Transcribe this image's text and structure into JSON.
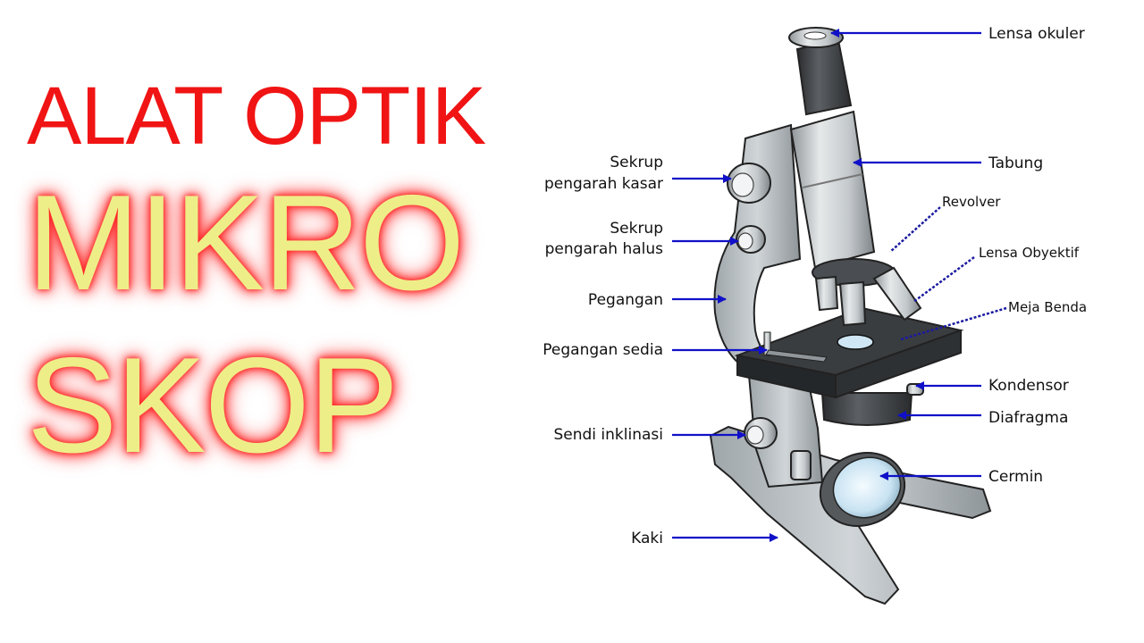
{
  "title": {
    "line1": "ALAT OPTIK",
    "line2": "MIKRO",
    "line3": "SKOP"
  },
  "labels": {
    "lensa_okuler": "Lensa okuler",
    "tabung": "Tabung",
    "revolver": "Revolver",
    "lensa_obyektif": "Lensa Obyektif",
    "meja_benda": "Meja Benda",
    "kondensor": "Kondensor",
    "diafragma": "Diafragma",
    "cermin": "Cermin",
    "kaki": "Kaki",
    "sendi_inklinasi": "Sendi inklinasi",
    "pegangan_sedia": "Pegangan sedia",
    "pegangan": "Pegangan",
    "sekrup_halus_1": "Sekrup",
    "sekrup_halus_2": "pengarah halus",
    "sekrup_kasar_1": "Sekrup",
    "sekrup_kasar_2": "pengarah kasar"
  },
  "colors": {
    "title_red": "#f01414",
    "title_yellow": "#eeee88",
    "glow_red": "#ff3030",
    "arrow_blue": "#1010c8",
    "body_gray": "#b9bfc2",
    "stage_dark": "#3a3d40"
  }
}
